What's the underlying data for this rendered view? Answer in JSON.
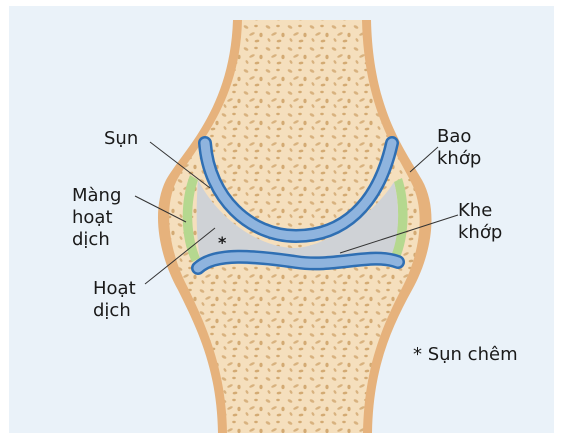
{
  "labels": {
    "cartilage": "Sụn",
    "synovial_membrane": "Màng\nhoạt\ndịch",
    "synovial_fluid": "Hoạt\ndịch",
    "joint_capsule": "Bao\nkhớp",
    "joint_space": "Khe\nkhớp",
    "meniscus_legend": "* Sụn chêm"
  },
  "meniscus_marker": "*",
  "colors": {
    "background": "#eaf2f9",
    "bone": "#f5dfbd",
    "bone_texture": "#d8b27f",
    "capsule": "#e6b27c",
    "synovial_membrane": "#b5d88f",
    "synovial_fluid": "#cfd2d6",
    "cartilage": "#8fb4de",
    "cartilage_edge": "#2f6fb3"
  }
}
